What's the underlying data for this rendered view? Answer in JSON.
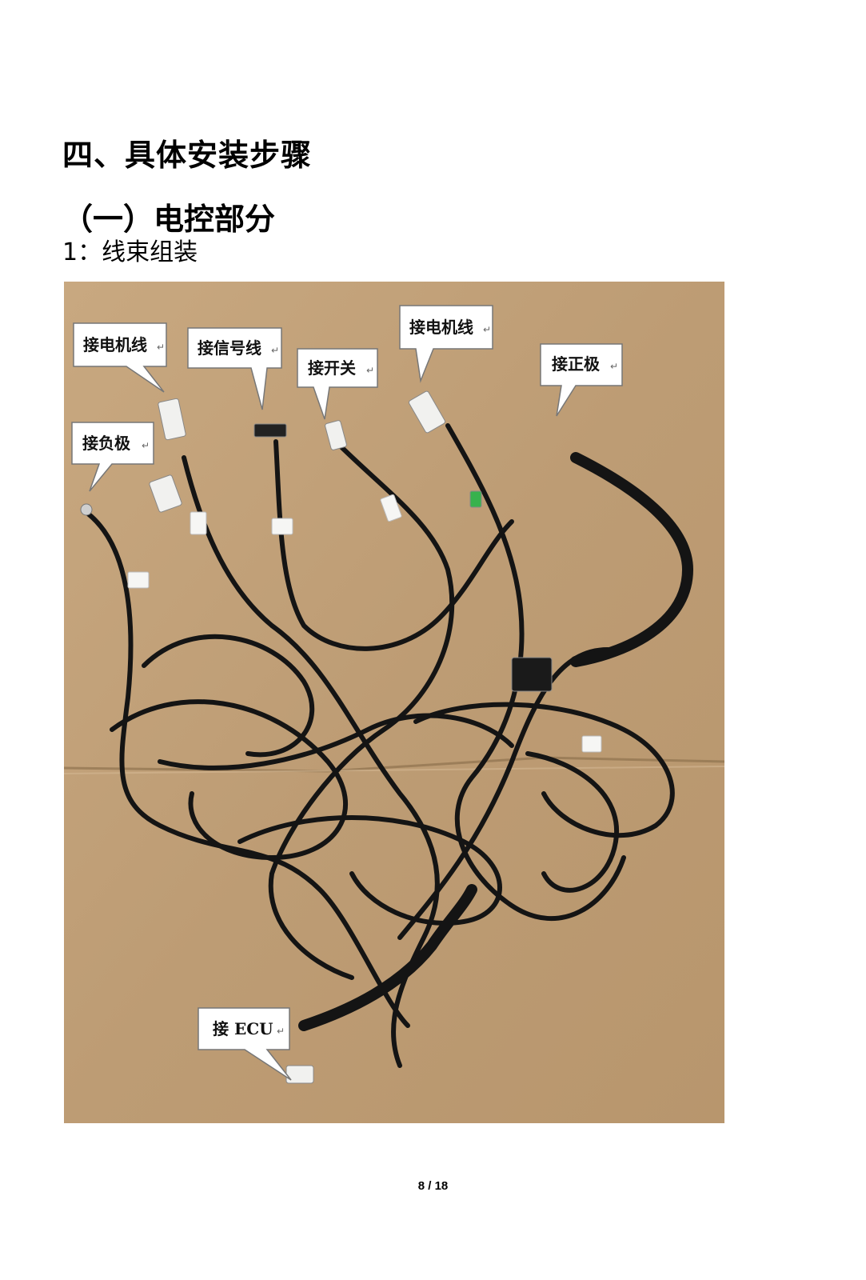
{
  "heading": "四、具体安装步骤",
  "subheading": "（一）电控部分",
  "step": "1：线束组装",
  "photo": {
    "labels": {
      "motor_left": "接电机线",
      "signal": "接信号线",
      "switch": "接开关",
      "motor_right": "接电机线",
      "positive": "接正极",
      "negative": "接负极",
      "ecu": "接 ECU"
    },
    "colors": {
      "cardboard": "#c09f78",
      "wire": "#141414",
      "callout_bg": "#ffffff"
    }
  },
  "footer": {
    "page": "8 / 18"
  }
}
